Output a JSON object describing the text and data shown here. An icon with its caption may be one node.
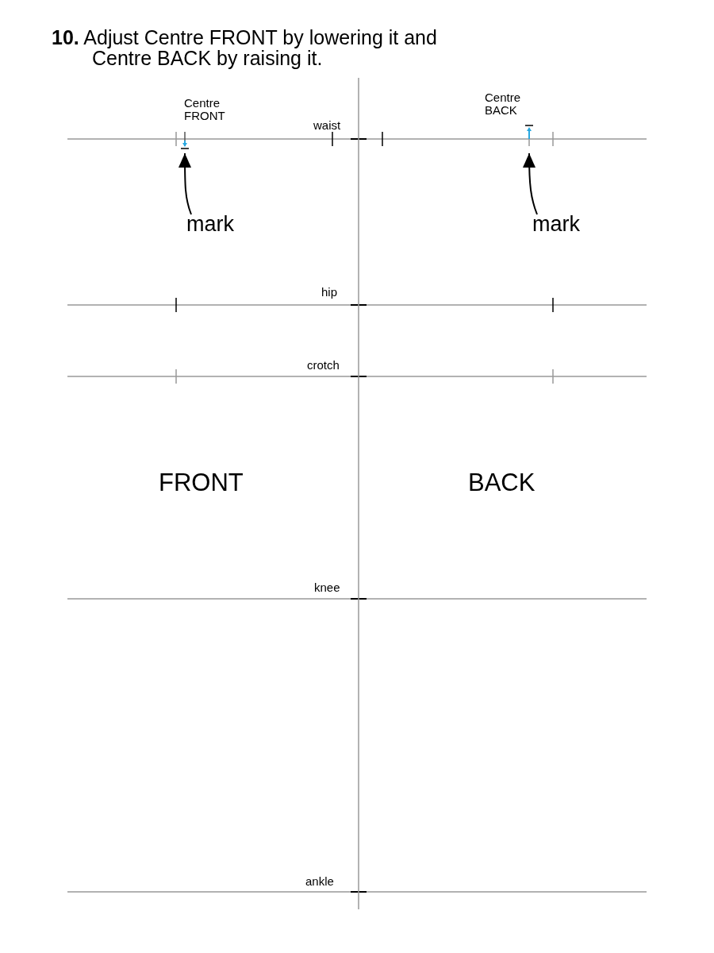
{
  "diagram": {
    "title": "**10.** Adjust Centre FRONT by lowering it and Centre BACK by raising it.",
    "nodes": [
      {
        "text": [
          "mark"
        ]
      },
      {
        "text": [
          "mark"
        ]
      }
    ],
    "edges": [
      {
        "from": 0,
        "to": null,
        "arrow": "to"
      },
      {
        "from": 1,
        "to": null,
        "arrow": "to"
      }
    ],
    "labels": [
      "Centre FRONT",
      "Centre BACK",
      "waist",
      "hip",
      "crotch",
      "FRONT",
      "BACK",
      "knee",
      "ankle"
    ]
  }
}
